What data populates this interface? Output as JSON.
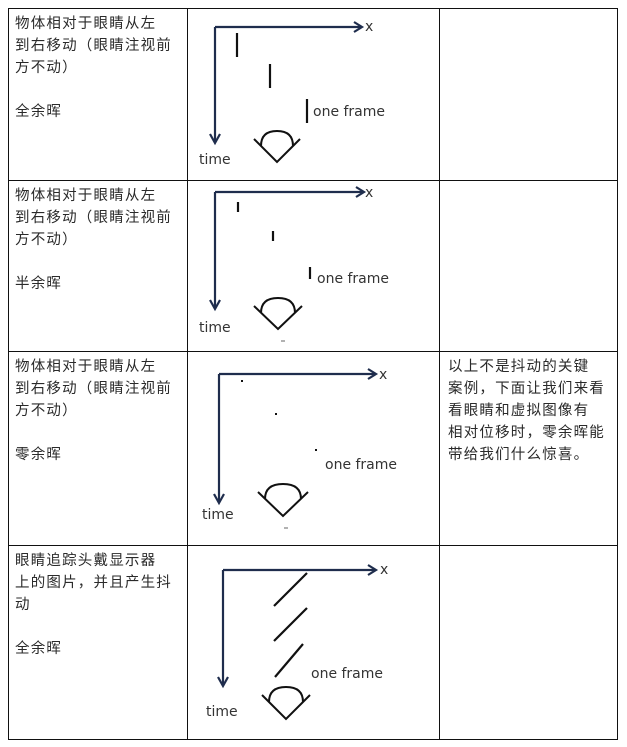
{
  "colors": {
    "border": "#111111",
    "axis": "#1f2d4d",
    "text": "#2a2a2a"
  },
  "rows": [
    {
      "description_lines": [
        "物体相对于眼睛从左",
        "到右移动（眼睛注视前",
        "方不动）"
      ],
      "persistence": "全余晖",
      "diagram": {
        "x_label": "x",
        "time_label": "time",
        "frame_label": "one frame",
        "marks": "vertical-bars-long"
      },
      "note": ""
    },
    {
      "description_lines": [
        "物体相对于眼睛从左",
        "到右移动（眼睛注视前",
        "方不动）"
      ],
      "persistence": "半余晖",
      "diagram": {
        "x_label": "x",
        "time_label": "time",
        "frame_label": "one frame",
        "marks": "vertical-bars-short"
      },
      "note": ""
    },
    {
      "description_lines": [
        "物体相对于眼睛从左",
        "到右移动（眼睛注视前",
        "方不动）"
      ],
      "persistence": "零余晖",
      "diagram": {
        "x_label": "x",
        "time_label": "time",
        "frame_label": "one frame",
        "marks": "dots"
      },
      "note_lines": [
        "以上不是抖动的关键",
        "案例，下面让我们来看",
        "看眼睛和虚拟图像有",
        "相对位移时，零余晖能",
        "带给我们什么惊喜。"
      ]
    },
    {
      "description_lines": [
        "眼睛追踪头戴显示器",
        "上的图片，并且产生抖",
        "动"
      ],
      "persistence": "全余晖",
      "diagram": {
        "x_label": "x",
        "time_label": "time",
        "frame_label": "one frame",
        "marks": "diagonal-streaks"
      },
      "note": ""
    }
  ]
}
